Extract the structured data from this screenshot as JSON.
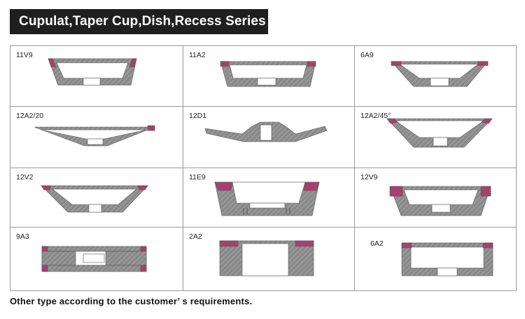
{
  "header": {
    "title": "Cupulat,Taper Cup,Dish,Recess Series"
  },
  "colors": {
    "header_bg": "#1f1f1f",
    "wheel_body": "#8a8a8a",
    "hatch": "#b4b4b4",
    "abrasive": "#a8406b",
    "grid_line": "#9a9a9a"
  },
  "cells": [
    {
      "label": "11V9",
      "shape": "11V9"
    },
    {
      "label": "11A2",
      "shape": "11A2"
    },
    {
      "label": "6A9",
      "shape": "6A9"
    },
    {
      "label": "12A2/20",
      "shape": "12A2-20"
    },
    {
      "label": "12D1",
      "shape": "12D1"
    },
    {
      "label": "12A2/45°",
      "shape": "12A2-45"
    },
    {
      "label": "12V2",
      "shape": "12V2"
    },
    {
      "label": "11E9",
      "shape": "11E9"
    },
    {
      "label": "12V9",
      "shape": "12V9"
    },
    {
      "label": "9A3",
      "shape": "9A3"
    },
    {
      "label": "2A2",
      "shape": "2A2"
    },
    {
      "label": "6A2",
      "shape": "6A2"
    }
  ],
  "footer": {
    "note": "Other type according to the customer’ s requirements."
  }
}
